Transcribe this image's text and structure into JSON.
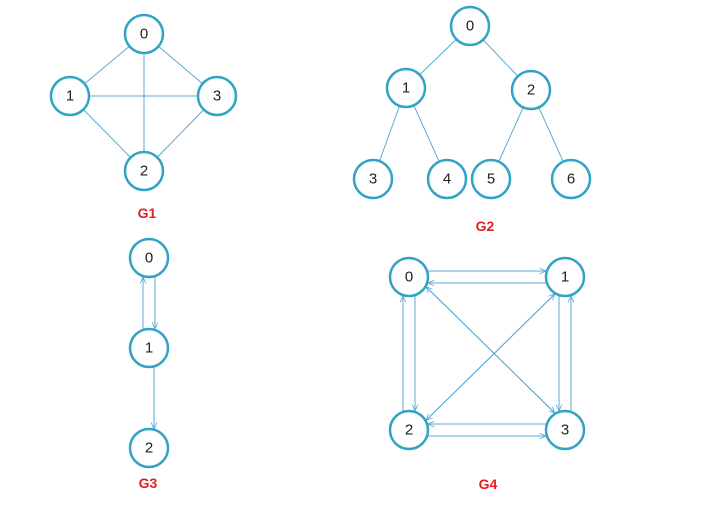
{
  "colors": {
    "node_stroke": "#31a3c4",
    "edge": "#5aa9d6",
    "title": "#e32020"
  },
  "graphs": [
    {
      "id": "g1",
      "title": "G1",
      "directed": false,
      "nodes": [
        "0",
        "1",
        "2",
        "3"
      ],
      "edges": [
        [
          "0",
          "1"
        ],
        [
          "0",
          "3"
        ],
        [
          "0",
          "2"
        ],
        [
          "1",
          "3"
        ],
        [
          "1",
          "2"
        ],
        [
          "3",
          "2"
        ]
      ]
    },
    {
      "id": "g2",
      "title": "G2",
      "directed": false,
      "nodes": [
        "0",
        "1",
        "2",
        "3",
        "4",
        "5",
        "6"
      ],
      "edges": [
        [
          "0",
          "1"
        ],
        [
          "0",
          "2"
        ],
        [
          "1",
          "3"
        ],
        [
          "1",
          "4"
        ],
        [
          "2",
          "5"
        ],
        [
          "2",
          "6"
        ]
      ]
    },
    {
      "id": "g3",
      "title": "G3",
      "directed": true,
      "nodes": [
        "0",
        "1",
        "2"
      ],
      "edges": [
        [
          "0",
          "1"
        ],
        [
          "1",
          "0"
        ],
        [
          "1",
          "2"
        ]
      ]
    },
    {
      "id": "g4",
      "title": "G4",
      "directed": true,
      "nodes": [
        "0",
        "1",
        "2",
        "3"
      ],
      "edges": [
        [
          "0",
          "1"
        ],
        [
          "1",
          "0"
        ],
        [
          "0",
          "2"
        ],
        [
          "2",
          "0"
        ],
        [
          "0",
          "3"
        ],
        [
          "3",
          "0"
        ],
        [
          "1",
          "2"
        ],
        [
          "2",
          "1"
        ],
        [
          "1",
          "3"
        ],
        [
          "3",
          "1"
        ],
        [
          "2",
          "3"
        ],
        [
          "3",
          "2"
        ]
      ]
    }
  ]
}
